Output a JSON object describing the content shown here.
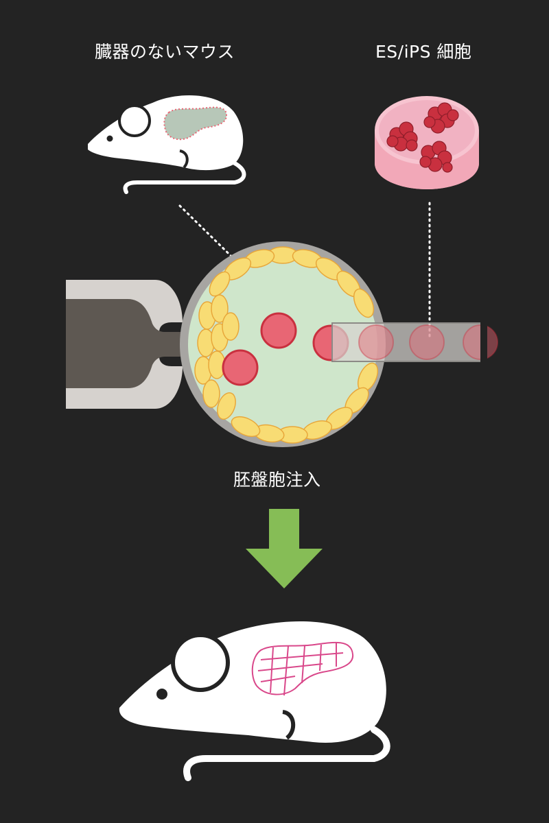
{
  "labels": {
    "organless_mouse": "臓器のないマウス",
    "stem_cells": "ES/iPS 細胞",
    "injection": "胚盤胞注入"
  },
  "icons": [
    "mouse-organless-icon",
    "petri-dish-icon",
    "holding-pipette-icon",
    "blastocyst-icon",
    "injection-needle-icon",
    "down-arrow-icon",
    "mouse-with-pancreas-icon"
  ],
  "colors": {
    "background": "#232323",
    "mouse": "#ffffff",
    "missing_organ": "#b7c7b8",
    "stem_cell": "#e86674",
    "trophoblast": "#f8dc74",
    "inner_space": "#cfe6cb",
    "arrow": "#86bd56",
    "pancreas_outline": "#d9478a"
  }
}
